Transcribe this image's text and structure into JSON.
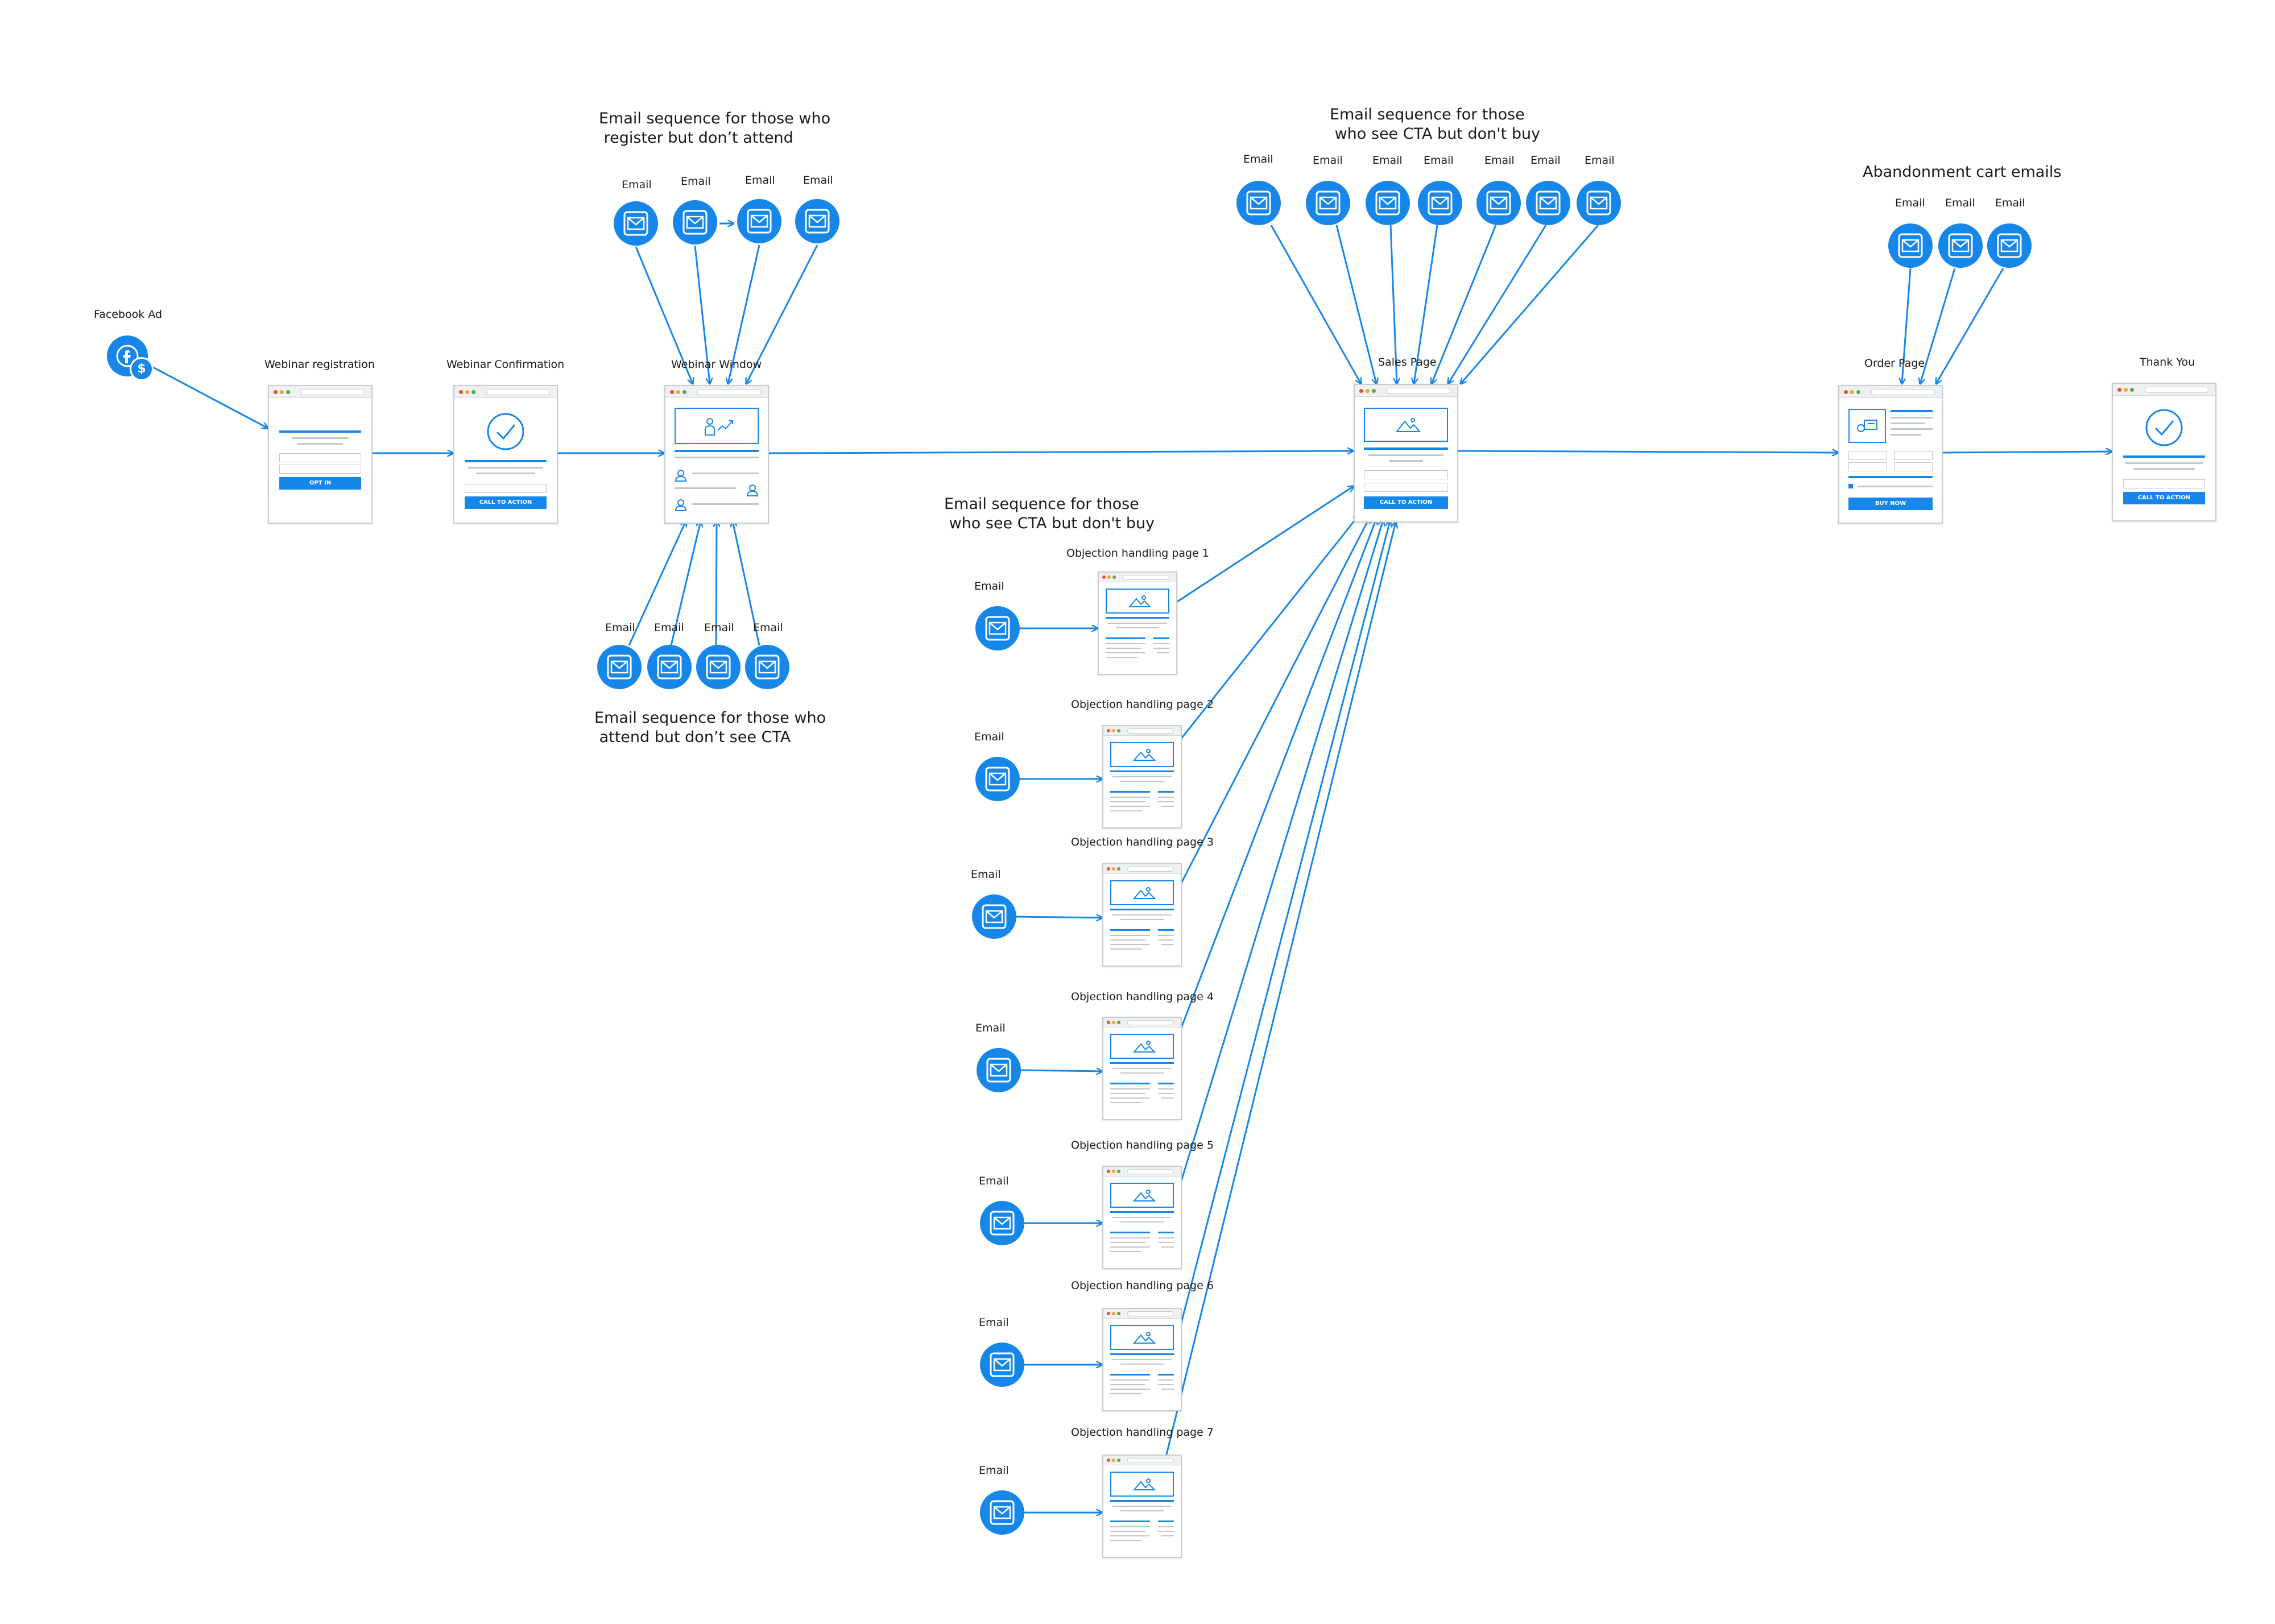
{
  "colors": {
    "accent": "#1687e8",
    "page_border": "#c9cdd2",
    "line": "#c2c7cc"
  },
  "email_label": "Email",
  "icons": {
    "email": "envelope-icon",
    "facebook": "facebook-icon",
    "dollar": "dollar-icon",
    "check": "check-icon",
    "image": "image-icon",
    "chart": "chart-icon",
    "user": "user-icon",
    "card": "card-icon"
  },
  "groups": {
    "register_not_attend": {
      "title": "Email sequence for those who\n register but don’t attend",
      "count": 4
    },
    "attend_not_cta": {
      "title": "Email sequence for those who\n attend but don’t see CTA",
      "count": 4
    },
    "cta_not_buy_top": {
      "title": "Email sequence for those\n who see CTA but don't buy",
      "count": 7
    },
    "cta_not_buy_objections": {
      "title": "Email sequence for those\n who see CTA but don't buy",
      "count": 7
    },
    "abandonment": {
      "title": "Abandonment cart emails",
      "count": 3
    }
  },
  "nodes": {
    "facebook_ad": {
      "label": "Facebook Ad"
    },
    "webinar_registration": {
      "label": "Webinar registration",
      "button": "OPT IN"
    },
    "webinar_confirmation": {
      "label": "Webinar Confirmation",
      "button": "CALL TO ACTION"
    },
    "webinar_window": {
      "label": "Webinar Window"
    },
    "sales_page": {
      "label": "Sales Page",
      "button": "CALL TO ACTION"
    },
    "order_page": {
      "label": "Order Page",
      "button": "BUY NOW"
    },
    "thank_you": {
      "label": "Thank You",
      "button": "CALL TO ACTION"
    }
  },
  "objection_pages": [
    {
      "label": "Objection handling page 1"
    },
    {
      "label": "Objection handling page 2"
    },
    {
      "label": "Objection handling page 3"
    },
    {
      "label": "Objection handling page 4"
    },
    {
      "label": "Objection handling page 5"
    },
    {
      "label": "Objection handling page 6"
    },
    {
      "label": "Objection handling page 7"
    }
  ]
}
